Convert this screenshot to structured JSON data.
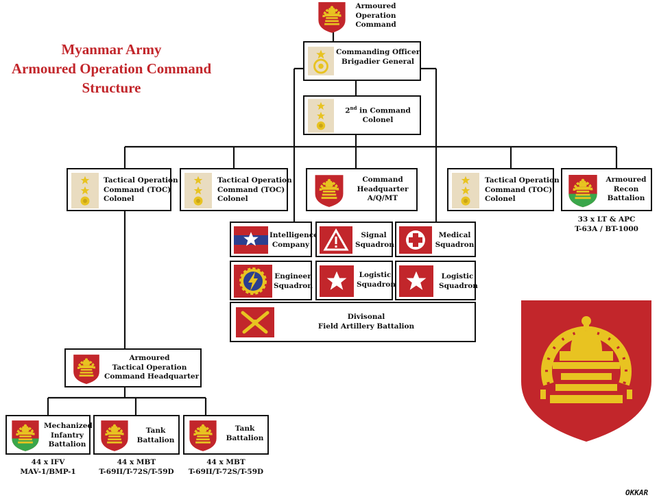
{
  "title": [
    "Myanmar Army",
    "Armoured Operation Command",
    "Structure"
  ],
  "top_unit": [
    "Armoured",
    "Operation",
    "Command"
  ],
  "commanding_officer": [
    "Commanding Officer",
    "Brigadier General"
  ],
  "second_in_command": {
    "prefix": "2",
    "sup": "nd",
    "rest": " in Command",
    "rank": "Colonel"
  },
  "toc": [
    "Tactical Operation",
    "Command (TOC)",
    "Colonel"
  ],
  "command_hq": [
    "Command",
    "Headquarter",
    "A/Q/MT"
  ],
  "recon": {
    "label": [
      "Armoured",
      "Recon",
      "Battalion"
    ],
    "note": [
      "33 x LT & APC",
      "T-63A / BT-1000"
    ]
  },
  "support_units": {
    "intelligence": [
      "Intelligence",
      "Company"
    ],
    "signal": [
      "Signal",
      "Squadron"
    ],
    "medical": [
      "Medical",
      "Squadron"
    ],
    "engineer": [
      "Engineer",
      "Squadron"
    ],
    "logistic1": [
      "Logistic",
      "Squadron"
    ],
    "logistic2": [
      "Logistic",
      "Squadron"
    ],
    "artillery": [
      "Divisonal",
      "Field Artillery Battalion"
    ]
  },
  "tactical_hq": [
    "Armoured",
    "Tactical Operation",
    "Command Headquarter"
  ],
  "battalions": [
    {
      "label": [
        "Mechanized",
        "Infantry",
        "Battalion"
      ],
      "note": [
        "44 x IFV",
        "MAV-1/BMP-1"
      ]
    },
    {
      "label": [
        "Tank",
        "Battalion"
      ],
      "note": [
        "44 x MBT",
        "T-69II/T-72S/T-59D"
      ]
    },
    {
      "label": [
        "Tank",
        "Battalion"
      ],
      "note": [
        "44 x MBT",
        "T-69II/T-72S/T-59D"
      ]
    }
  ],
  "signature": "OKKAR",
  "colors": {
    "accent_red": "#c2262b",
    "insignia_gold": "#e8c321",
    "green": "#3aa64a",
    "blue": "#2c3f8f",
    "rank_bg": "#e9dcc0"
  }
}
